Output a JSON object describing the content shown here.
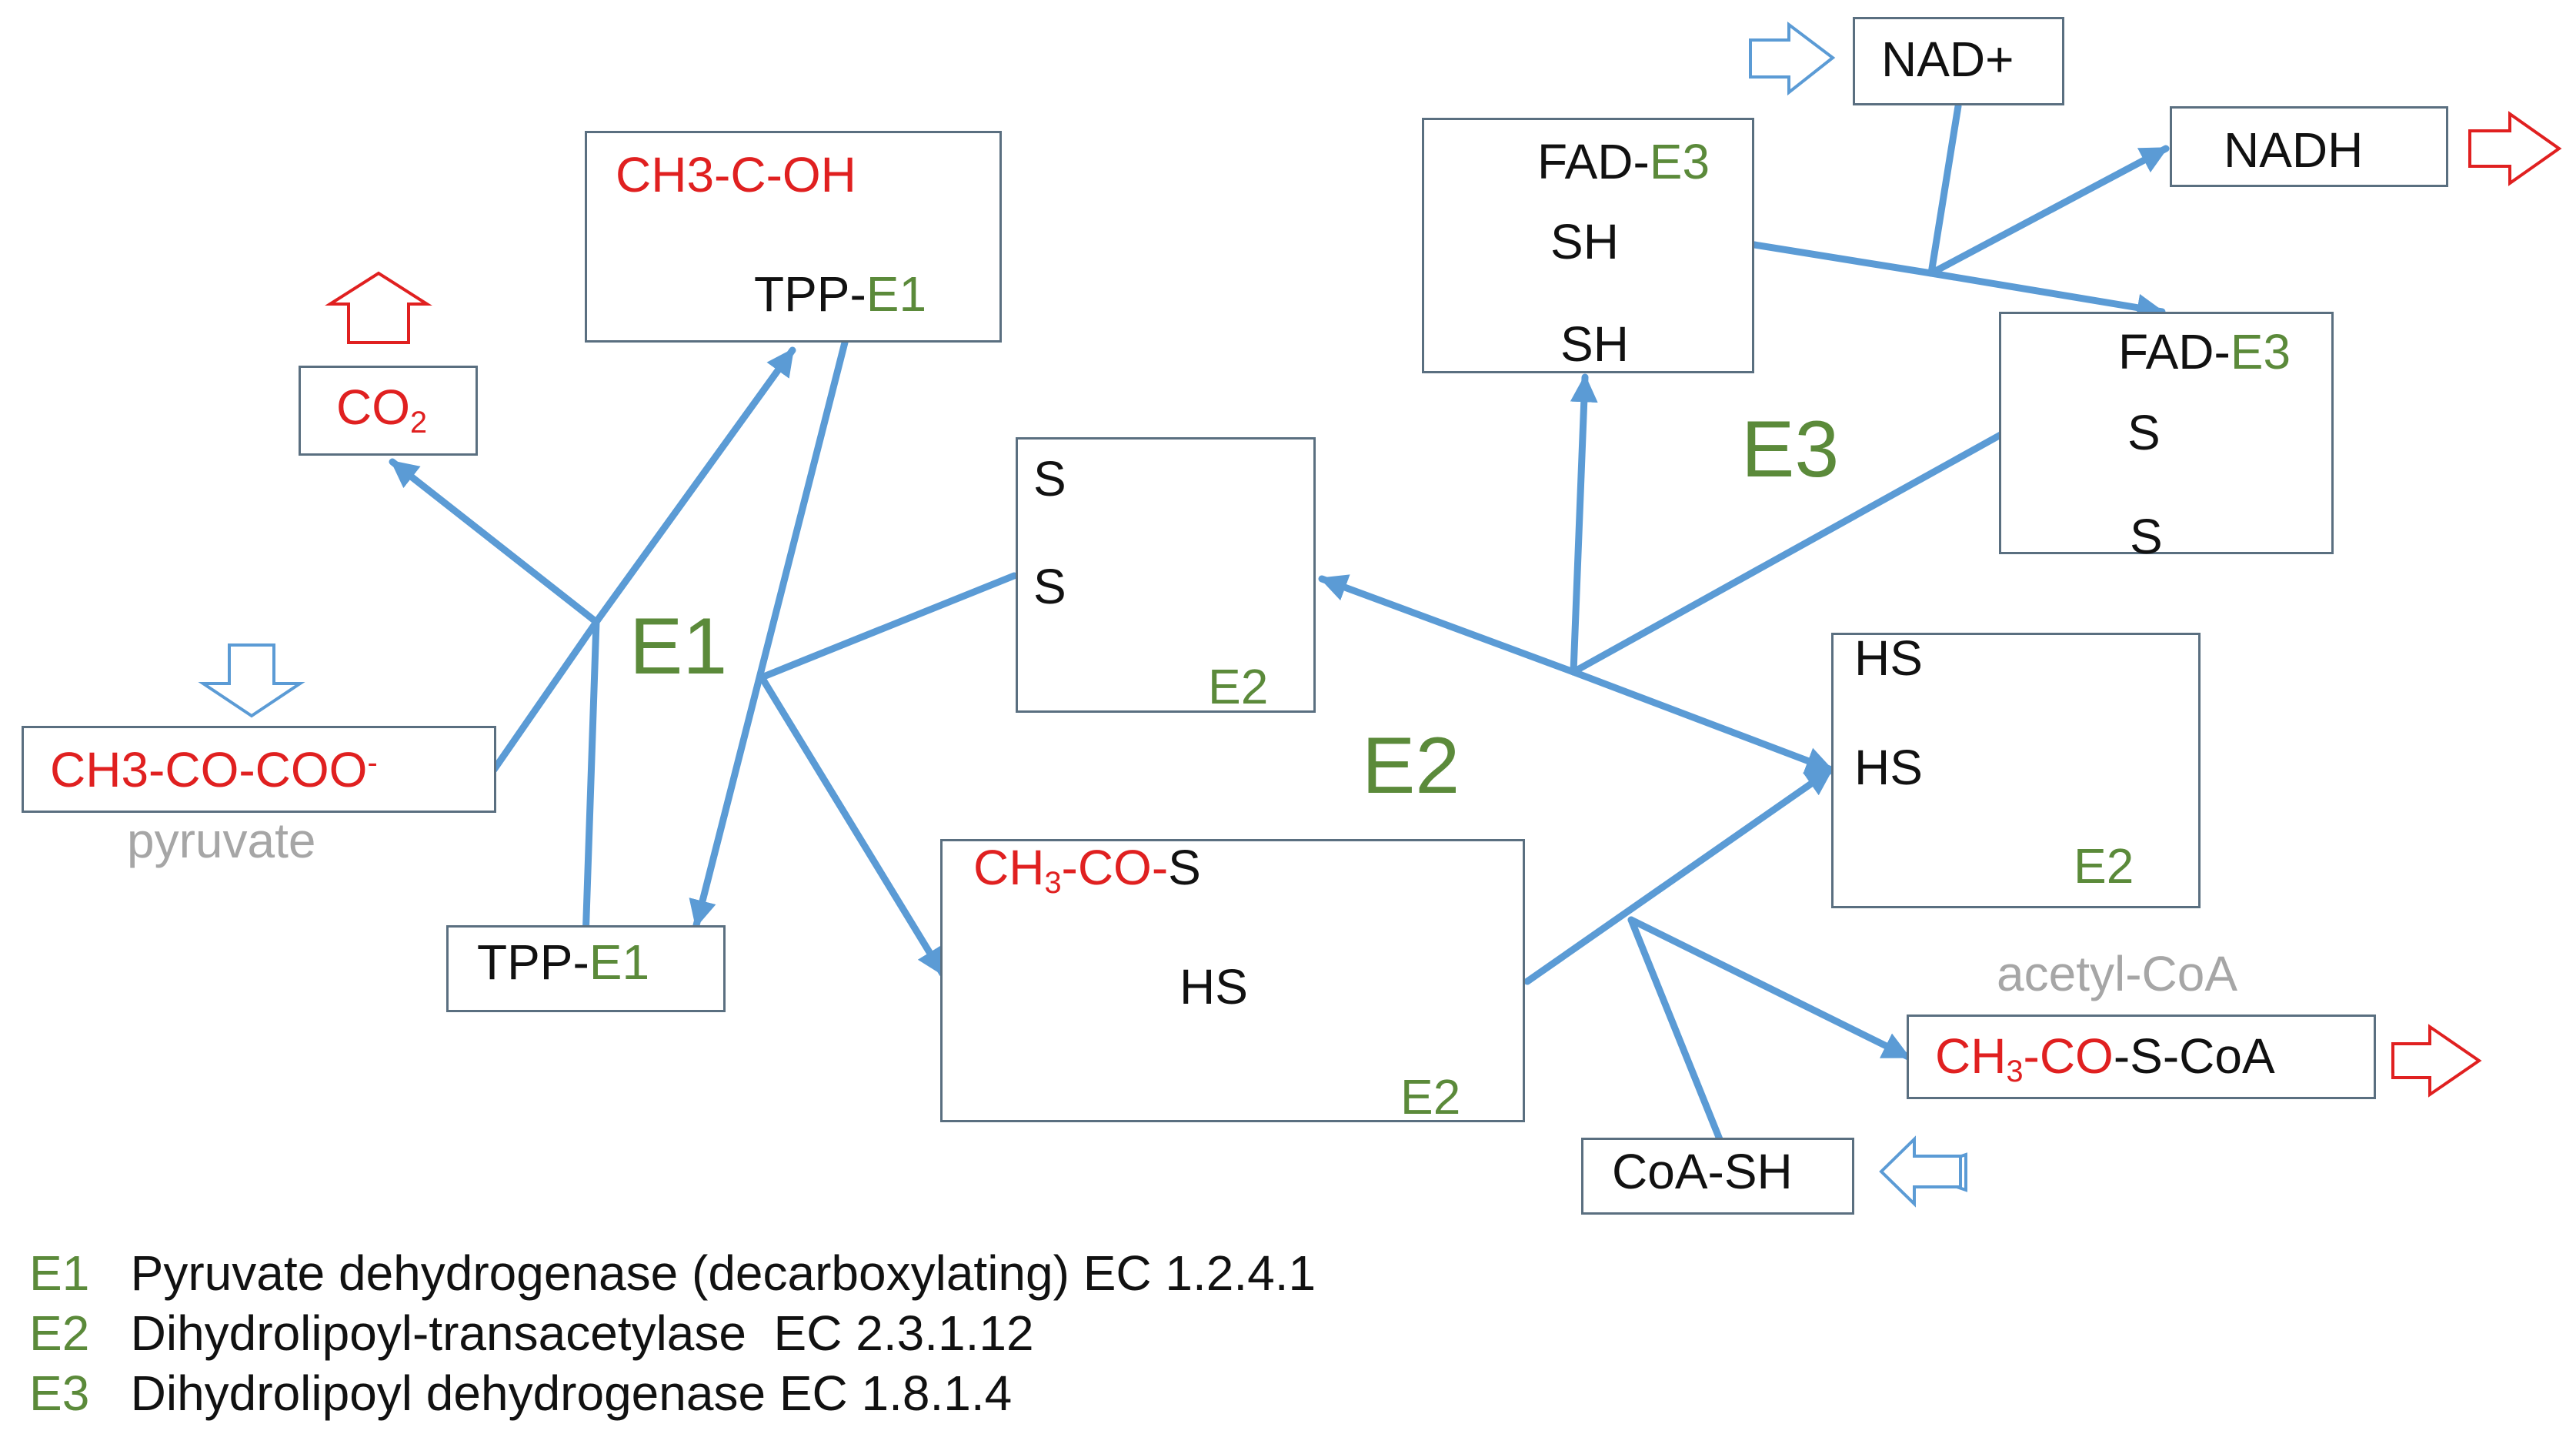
{
  "enzymes": {
    "e1": "E1",
    "e2": "E2",
    "e3": "E3"
  },
  "molecules": {
    "pyruvate": {
      "main": "CH3-CO-COO",
      "charge": "-",
      "name": "pyruvate"
    },
    "co2": {
      "c": "CO",
      "sub": "2"
    },
    "hydroxyethyl": {
      "line1": "CH3-C-OH",
      "bond": "|",
      "tpp": "TPP-",
      "enz": "E1"
    },
    "tpp": {
      "tpp": "TPP-",
      "enz": "E1"
    },
    "lipoamide_ox": {
      "s1": "S",
      "s2": "S",
      "enz": "E2"
    },
    "acetyl_lipoamide": {
      "ch": "CH",
      "sub": "3",
      "rest": "-CO-",
      "s": "S",
      "hs": "HS",
      "enz": "E2"
    },
    "lipoamide_red": {
      "hs1": "HS",
      "hs2": "HS",
      "enz": "E2"
    },
    "fad_red": {
      "fad": "FAD-",
      "enz": "E3",
      "sh1": "SH",
      "sh2": "SH"
    },
    "fad_ox": {
      "fad": "FAD-",
      "enz": "E3",
      "s1": "S",
      "s2": "S"
    },
    "nad": "NAD+",
    "nadh": "NADH",
    "coa": "CoA-SH",
    "acetyl_coa": {
      "name": "acetyl-CoA",
      "ch": "CH",
      "sub": "3",
      "rest": "-CO",
      "tail": "-S-CoA"
    }
  },
  "legend": [
    {
      "code": "E1",
      "name": "Pyruvate dehydrogenase",
      "detail": "(decarboxylating) EC 1.2.4.1"
    },
    {
      "code": "E2",
      "name": "Dihydrolipoyl-transacetylase",
      "detail": "EC 2.3.1.12"
    },
    {
      "code": "E3",
      "name": "Dihydrolipoyl dehydrogenase",
      "detail": "EC 1.8.1.4"
    }
  ],
  "colors": {
    "substrate": "#e02020",
    "enzyme": "#5b8a3a",
    "arrow": "#5b9bd5",
    "box_border": "#5a6f80",
    "caption": "#a6a6a6"
  }
}
